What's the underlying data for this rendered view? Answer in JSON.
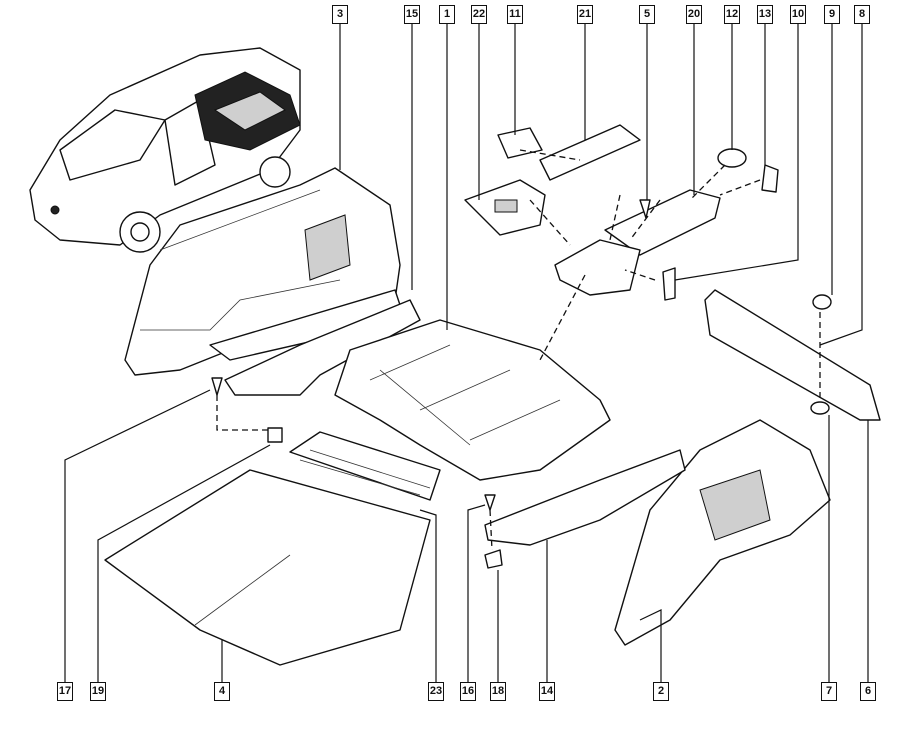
{
  "diagram": {
    "type": "exploded parts view - vehicle rear floor trim",
    "top_labels": [
      "3",
      "15",
      "1",
      "22",
      "11",
      "21",
      "5",
      "20",
      "12",
      "13",
      "10",
      "9",
      "8"
    ],
    "bottom_labels": [
      "17",
      "19",
      "4",
      "23",
      "16",
      "18",
      "14",
      "2",
      "7",
      "6"
    ]
  }
}
